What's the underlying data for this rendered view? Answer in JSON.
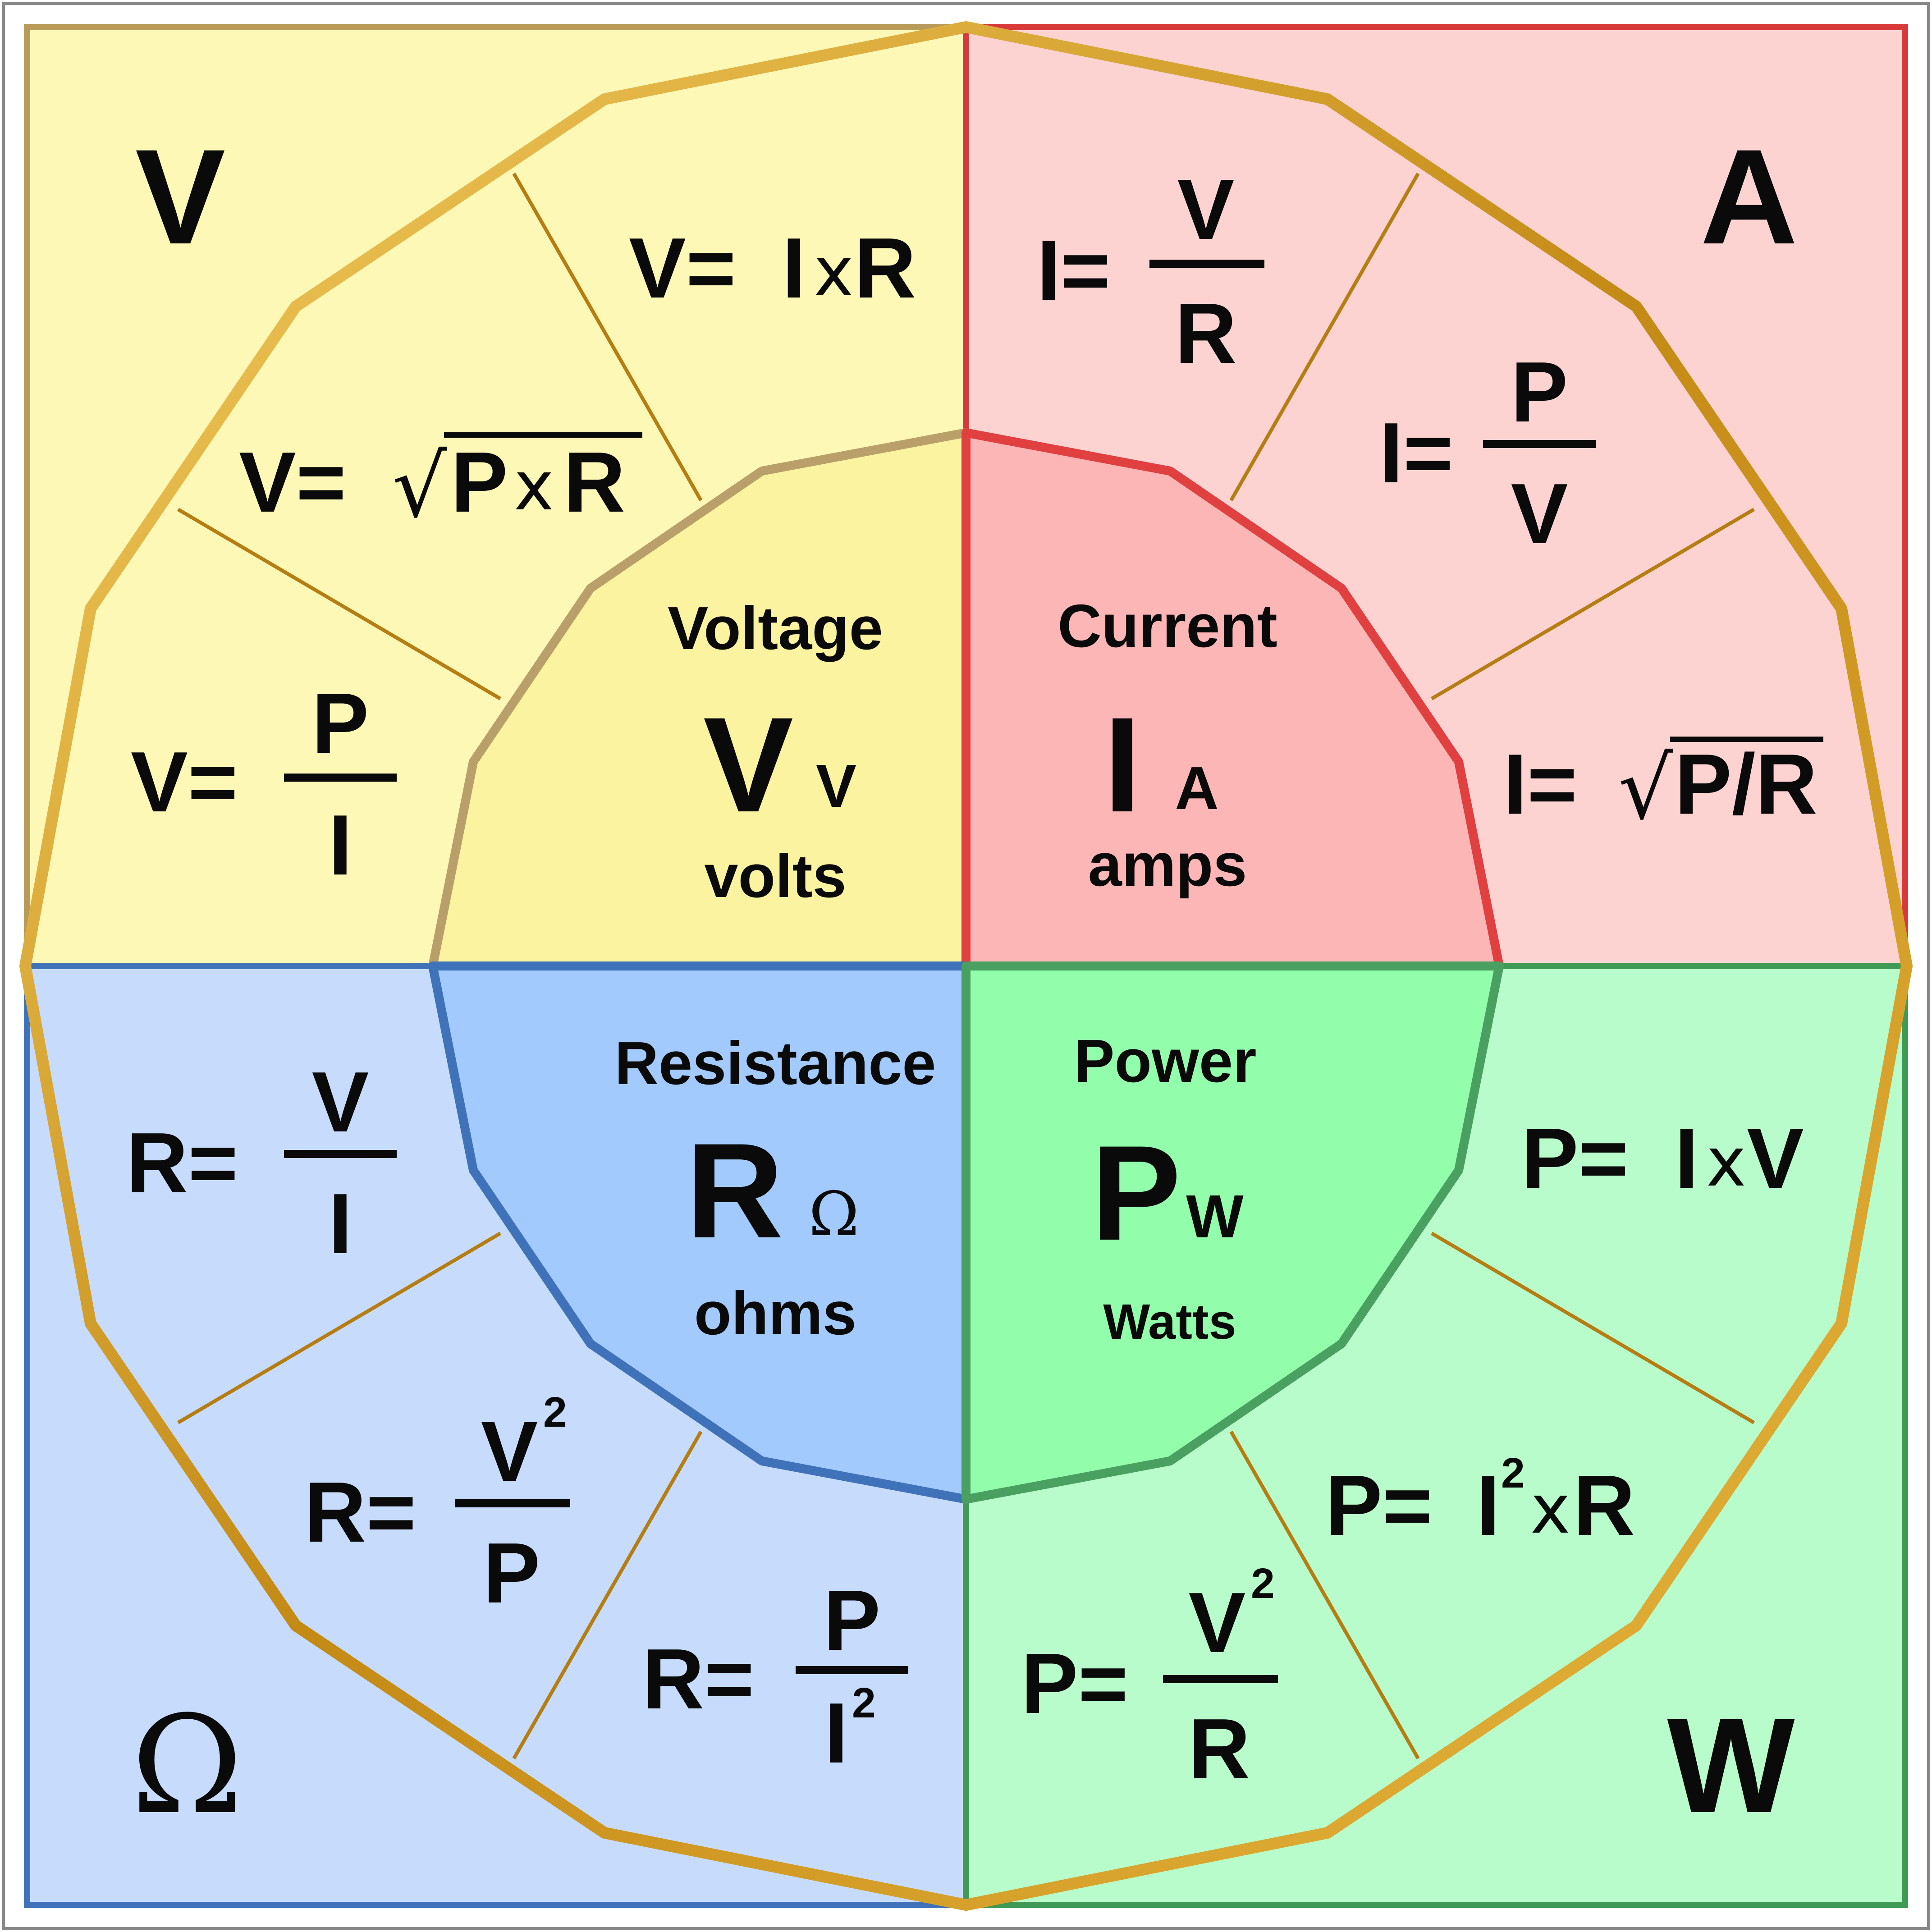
{
  "quadrants": {
    "voltage": {
      "corner_symbol": "V",
      "name": "Voltage",
      "letter": "V",
      "unit_symbol": "V",
      "unit_name": "volts",
      "color": "#fdf8b6",
      "inner_color": "#fbf3a0",
      "formulas": [
        {
          "lhs": "V=",
          "a": "I",
          "op": "x",
          "b": "R"
        },
        {
          "lhs": "V=",
          "root": "√",
          "a": "P",
          "op": "x",
          "b": "R"
        },
        {
          "lhs": "V=",
          "num": "P",
          "den": "I"
        }
      ]
    },
    "current": {
      "corner_symbol": "A",
      "name": "Current",
      "letter": "I",
      "unit_symbol": "A",
      "unit_name": "amps",
      "color": "#fdd3d2",
      "inner_color": "#fcb6b5",
      "formulas": [
        {
          "lhs": "I=",
          "num": "V",
          "den": "R"
        },
        {
          "lhs": "I=",
          "num": "P",
          "den": "V"
        },
        {
          "lhs": "I=",
          "root": "√",
          "expr": "P/R"
        }
      ]
    },
    "resistance": {
      "corner_symbol": "Ω",
      "name": "Resistance",
      "letter": "R",
      "unit_symbol": "Ω",
      "unit_name": "ohms",
      "color": "#c7dcfc",
      "inner_color": "#a2cafd",
      "formulas": [
        {
          "lhs": "R=",
          "num": "V",
          "den": "I"
        },
        {
          "lhs": "R=",
          "num": "V",
          "num_sup": "2",
          "den": "P"
        },
        {
          "lhs": "R=",
          "num": "P",
          "den": "I",
          "den_sup": "2"
        }
      ]
    },
    "power": {
      "corner_symbol": "W",
      "name": "Power",
      "letter": "P",
      "unit_symbol": "W",
      "unit_name": "Watts",
      "color": "#b9fccb",
      "inner_color": "#92fdaa",
      "formulas": [
        {
          "lhs": "P=",
          "a": "I",
          "op": "x",
          "b": "V"
        },
        {
          "lhs": "P=",
          "a": "I",
          "a_sup": "2",
          "op": "x",
          "b": "R"
        },
        {
          "lhs": "P=",
          "num": "V",
          "num_sup": "2",
          "den": "R"
        }
      ]
    }
  },
  "colors": {
    "gold_line": "#c08a14",
    "gold_light": "#f0c050",
    "voltage_border": "#b9a06a",
    "current_border": "#e04040",
    "resistance_border": "#3f72b8",
    "power_border": "#4aa060"
  }
}
